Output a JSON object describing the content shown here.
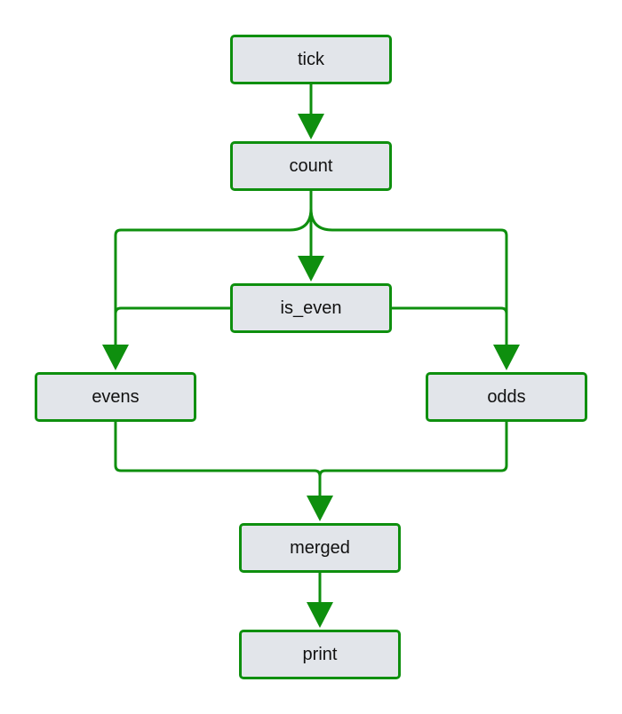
{
  "colors": {
    "edge": "#0e8f0e",
    "node_border": "#0e8f0e",
    "node_fill": "#e2e5ea",
    "node_text": "#111111",
    "background": "#ffffff"
  },
  "nodes": {
    "tick": "tick",
    "count": "count",
    "is_even": "is_even",
    "evens": "evens",
    "odds": "odds",
    "merged": "merged",
    "print": "print"
  },
  "edges": [
    {
      "from": "tick",
      "to": "count",
      "arrow": true
    },
    {
      "from": "count",
      "to": "is_even",
      "arrow": true
    },
    {
      "from": "count",
      "to": "evens",
      "arrow": true
    },
    {
      "from": "count",
      "to": "odds",
      "arrow": true
    },
    {
      "from": "is_even",
      "to": "evens",
      "arrow": false
    },
    {
      "from": "is_even",
      "to": "odds",
      "arrow": false
    },
    {
      "from": "evens",
      "to": "merged",
      "arrow": true
    },
    {
      "from": "odds",
      "to": "merged",
      "arrow": true
    },
    {
      "from": "merged",
      "to": "print",
      "arrow": true
    }
  ]
}
